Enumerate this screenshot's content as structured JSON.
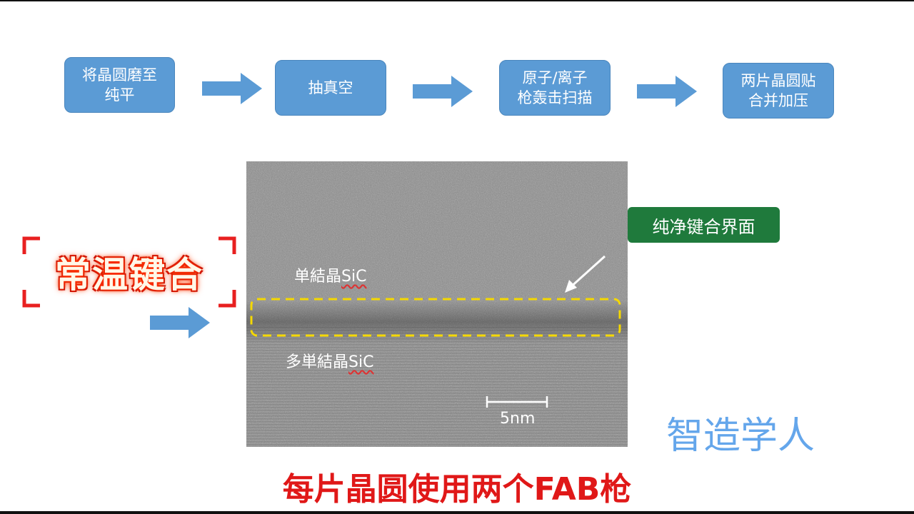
{
  "process": {
    "steps": [
      {
        "label": "将晶圆磨至\n纯平"
      },
      {
        "label": "抽真空"
      },
      {
        "label": "原子/离子\n枪轰击扫描"
      },
      {
        "label": "两片晶圆贴\n合并加压"
      }
    ]
  },
  "image": {
    "upper_label": "单結晶SiC",
    "lower_label": "多単結晶SiC",
    "scale_bar": "5nm"
  },
  "annotation": {
    "interface_label": "纯净键合界面"
  },
  "title_badge": "常温键合",
  "watermark": "智造学人",
  "subtitle": "每片晶圆使用两个FAB枪",
  "colors": {
    "step_fill": "#5b9bd5",
    "arrow": "#5b9bd5",
    "badge": "#1f7a3c",
    "highlight_box": "#f5d800",
    "subtitle": "#e01818",
    "title_glow": "#ff3000",
    "watermark": "#4a97e8"
  }
}
